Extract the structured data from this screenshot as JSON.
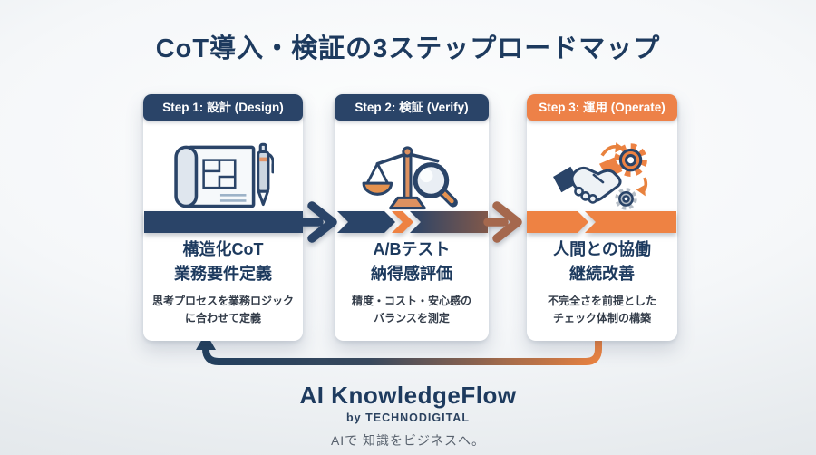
{
  "title": "CoT導入・検証の3ステップロードマップ",
  "steps": [
    {
      "header": "Step 1: 設計 (Design)",
      "header_color": "#2a4468",
      "icon": "blueprint-pen-icon",
      "heading_line1": "構造化CoT",
      "heading_line2": "業務要件定義",
      "desc_line1": "思考プロセスを業務ロジック",
      "desc_line2": "に合わせて定義"
    },
    {
      "header": "Step 2: 検証 (Verify)",
      "header_color": "#2a4468",
      "icon": "scale-magnifier-icon",
      "heading_line1": "A/Bテスト",
      "heading_line2": "納得感評価",
      "desc_line1": "精度・コスト・安心感の",
      "desc_line2": "バランスを測定"
    },
    {
      "header": "Step 3: 運用 (Operate)",
      "header_color": "#ed8148",
      "icon": "handshake-gears-icon",
      "heading_line1": "人間との協働",
      "heading_line2": "継続改善",
      "desc_line1": "不完全さを前提とした",
      "desc_line2": "チェック体制の構築"
    }
  ],
  "flow": {
    "arrow_1_color": "#2a4468",
    "arrow_2_color": "#a5684d",
    "band_navy": "#2a4468",
    "band_orange": "#ee8243",
    "feedback_loop": "step3-to-step1"
  },
  "footer": {
    "brand": "AI KnowledgeFlow",
    "byline": "by TECHNODIGITAL",
    "tagline": "AIで 知識をビジネスへ。"
  },
  "colors": {
    "navy": "#2a4468",
    "orange": "#ee8243",
    "sienna": "#a5684d",
    "title_text": "#1d3a5e"
  }
}
